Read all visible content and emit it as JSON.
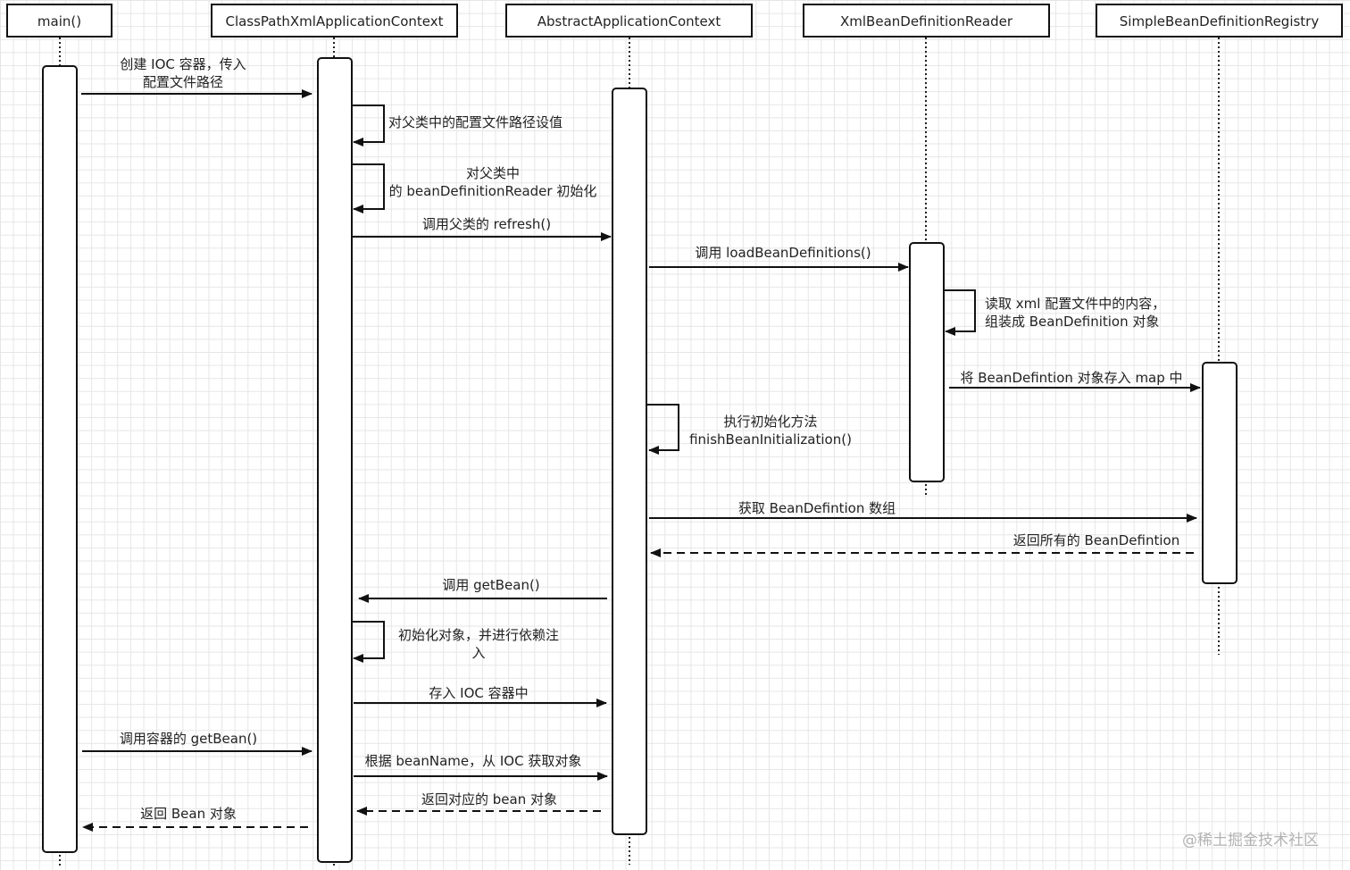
{
  "participants": [
    {
      "id": "main",
      "label": "main()"
    },
    {
      "id": "cpx",
      "label": "ClassPathXmlApplicationContext"
    },
    {
      "id": "aac",
      "label": "AbstractApplicationContext"
    },
    {
      "id": "xbr",
      "label": "XmlBeanDefinitionReader"
    },
    {
      "id": "sbr",
      "label": "SimpleBeanDefinitionRegistry"
    }
  ],
  "messages": [
    {
      "id": "create-ioc",
      "from": "main",
      "to": "cpx",
      "type": "sync",
      "lines": [
        "创建 IOC 容器，传入",
        "配置文件路径"
      ]
    },
    {
      "id": "set-config-path",
      "from": "cpx",
      "to": "cpx",
      "type": "self",
      "lines": [
        "对父类中的配置文件路径设值"
      ]
    },
    {
      "id": "init-reader",
      "from": "cpx",
      "to": "cpx",
      "type": "self",
      "lines": [
        "对父类中",
        "的 beanDefinitionReader 初始化"
      ]
    },
    {
      "id": "call-refresh",
      "from": "cpx",
      "to": "aac",
      "type": "sync",
      "lines": [
        "调用父类的 refresh()"
      ]
    },
    {
      "id": "load-bean-defs",
      "from": "aac",
      "to": "xbr",
      "type": "sync",
      "lines": [
        "调用 loadBeanDefinitions()"
      ]
    },
    {
      "id": "read-xml",
      "from": "xbr",
      "to": "xbr",
      "type": "self",
      "lines": [
        "读取 xml 配置文件中的内容，",
        "组装成 BeanDefinition 对象"
      ]
    },
    {
      "id": "store-map",
      "from": "xbr",
      "to": "sbr",
      "type": "sync",
      "lines": [
        "将 BeanDefintion 对象存入 map 中"
      ]
    },
    {
      "id": "finish-init",
      "from": "aac",
      "to": "aac",
      "type": "self",
      "lines": [
        "执行初始化方法",
        "finishBeanInitialization()"
      ]
    },
    {
      "id": "get-defs",
      "from": "aac",
      "to": "sbr",
      "type": "sync",
      "lines": [
        "获取 BeanDefintion 数组"
      ]
    },
    {
      "id": "return-defs",
      "from": "sbr",
      "to": "aac",
      "type": "return",
      "lines": [
        "返回所有的 BeanDefintion"
      ]
    },
    {
      "id": "call-getbean",
      "from": "aac",
      "to": "cpx",
      "type": "sync",
      "lines": [
        "调用 getBean()"
      ]
    },
    {
      "id": "init-object",
      "from": "cpx",
      "to": "cpx",
      "type": "self",
      "lines": [
        "初始化对象，并进行依赖注",
        "入"
      ]
    },
    {
      "id": "store-ioc",
      "from": "cpx",
      "to": "aac",
      "type": "sync",
      "lines": [
        "存入 IOC 容器中"
      ]
    },
    {
      "id": "main-getbean",
      "from": "main",
      "to": "cpx",
      "type": "sync",
      "lines": [
        "调用容器的 getBean()"
      ]
    },
    {
      "id": "get-by-name",
      "from": "cpx",
      "to": "aac",
      "type": "sync",
      "lines": [
        "根据 beanName，从 IOC 获取对象"
      ]
    },
    {
      "id": "return-bean-obj",
      "from": "aac",
      "to": "cpx",
      "type": "return",
      "lines": [
        "返回对应的 bean 对象"
      ]
    },
    {
      "id": "return-bean",
      "from": "cpx",
      "to": "main",
      "type": "return",
      "lines": [
        "返回 Bean 对象"
      ]
    }
  ],
  "watermark": "@稀土掘金技术社区"
}
